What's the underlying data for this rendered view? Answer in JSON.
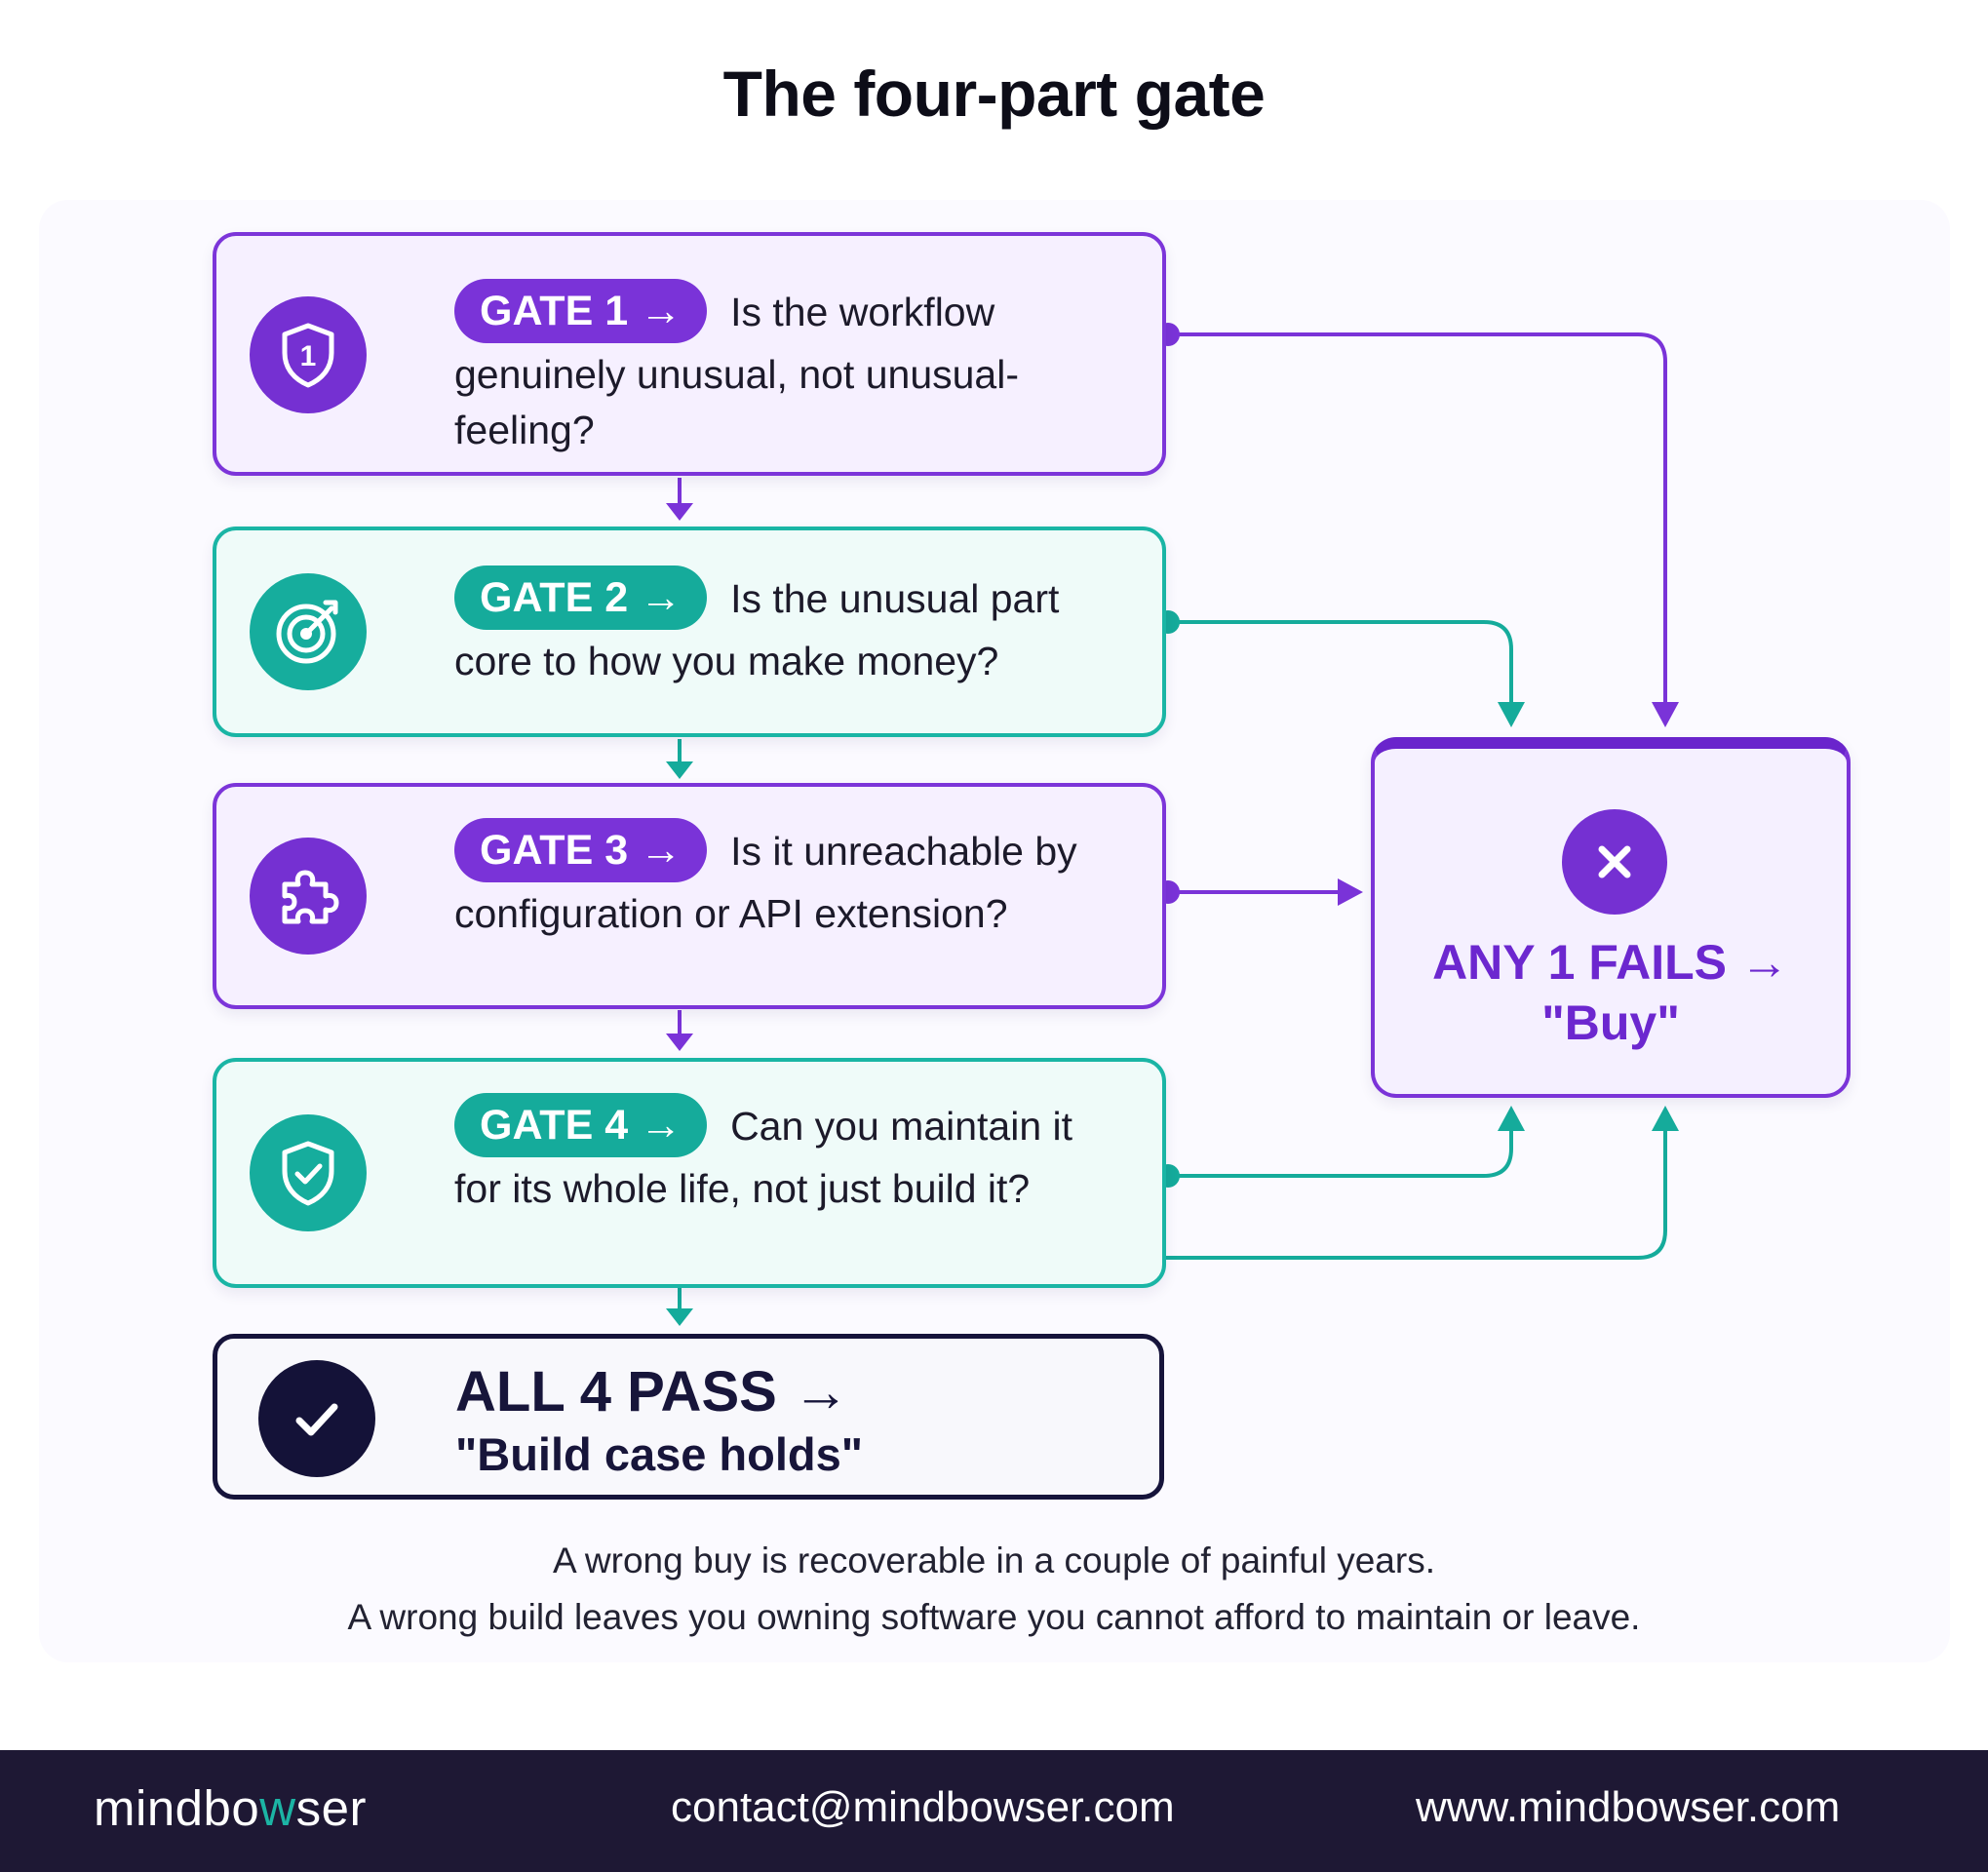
{
  "title": "The four-part gate",
  "gates": [
    {
      "pill": "GATE 1 →",
      "question": "Is the workflow genuinely unusual, not unusual-feeling?",
      "icon": "shield-number-icon",
      "icon_text": "1",
      "color": "#7a33d8"
    },
    {
      "pill": "GATE 2 →",
      "question": "Is the unusual part core to how you make money?",
      "icon": "target-icon",
      "color": "#15ab9b"
    },
    {
      "pill": "GATE 3 →",
      "question": "Is it unreachable by configuration or API extension?",
      "icon": "puzzle-icon",
      "color": "#7a33d8"
    },
    {
      "pill": "GATE 4 →",
      "question": "Can you maintain it for its whole life, not just build it?",
      "icon": "shield-check-icon",
      "color": "#15ab9b"
    }
  ],
  "pass": {
    "headline": "ALL 4 PASS →",
    "result": "\"Build case holds\"",
    "icon": "check-icon"
  },
  "fail": {
    "headline": "ANY 1 FAILS →",
    "result": "\"Buy\"",
    "icon": "close-icon"
  },
  "notes": [
    "A wrong buy is recoverable in a couple of painful years.",
    "A wrong build leaves you owning software you cannot afford to maintain or leave."
  ],
  "footer": {
    "brand_prefix": "mindbo",
    "brand_accent": "w",
    "brand_suffix": "ser",
    "email": "contact@mindbowser.com",
    "website": "www.mindbowser.com"
  },
  "colors": {
    "purple": "#7a33d8",
    "teal": "#15ab9b",
    "navy": "#16143b",
    "footer": "#1e1834"
  }
}
